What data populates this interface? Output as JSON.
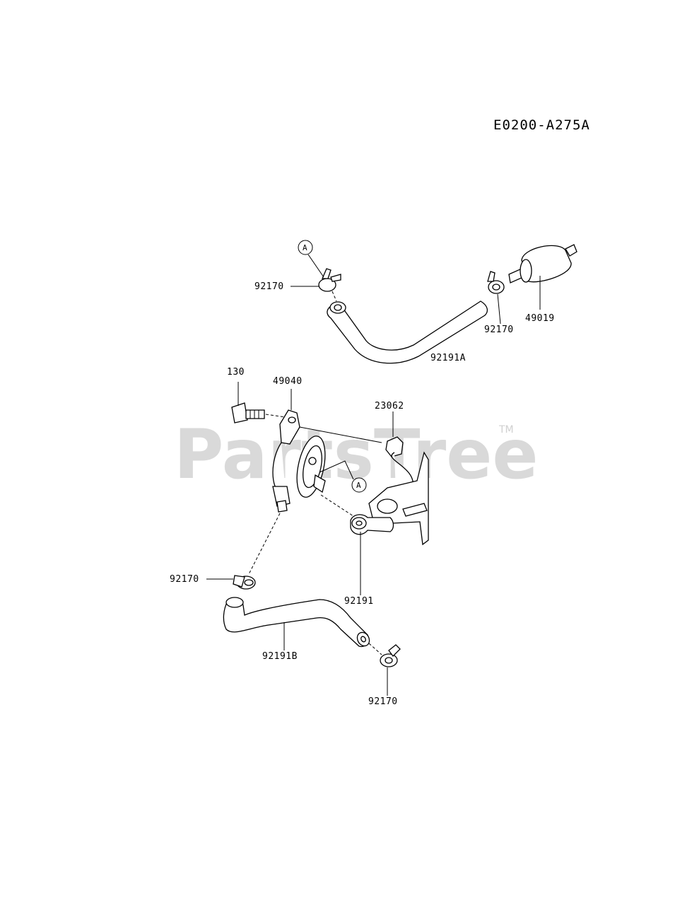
{
  "diagram": {
    "code": "E0200-A275A",
    "watermark": "PartsTree",
    "trademark": "TM",
    "callout_letter": "A",
    "labels": {
      "p92170_top_left": "92170",
      "p92170_top_right": "92170",
      "p49019": "49019",
      "p92191A": "92191A",
      "p130": "130",
      "p49040": "49040",
      "p23062": "23062",
      "p92170_mid_left": "92170",
      "p92191": "92191",
      "p92191B": "92191B",
      "p92170_bottom": "92170"
    }
  }
}
